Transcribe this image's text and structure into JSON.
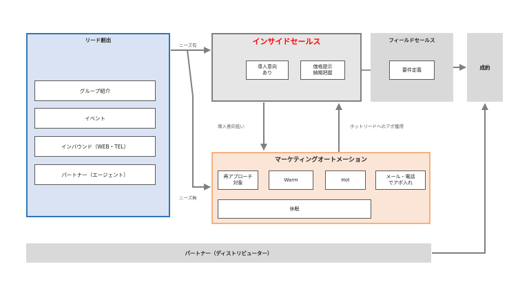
{
  "lead_generation": {
    "title": "リード創出",
    "items": [
      {
        "label": "グループ紹介"
      },
      {
        "label": "イベント"
      },
      {
        "label": "インバウンド（WEB・TEL）"
      },
      {
        "label": "パートナー（エージェント）"
      }
    ]
  },
  "inside_sales": {
    "title": "インサイドセールス",
    "title_color": "#ff0000",
    "step1": {
      "line1": "導入意向",
      "line2": "あり"
    },
    "step2": {
      "line1": "価格提示",
      "line2": "納期把握"
    }
  },
  "field_sales": {
    "title": "フィールドセールス",
    "step": "要件定義"
  },
  "contract": {
    "label": "成約"
  },
  "marketing_automation": {
    "title": "マーケティングオートメーション",
    "reapproach": {
      "line1": "再アプローチ",
      "line2": "対象"
    },
    "warm": "Warm",
    "hot": "Hot",
    "appointment": {
      "line1": "メール・電話",
      "line2": "でアポ入れ"
    },
    "dormant": "休眠"
  },
  "partner": {
    "label": "パートナー（ディストリビューター）"
  },
  "flow_labels": {
    "needs_yes": "ニーズ有",
    "needs_no": "ニーズ無",
    "low_intent": "導入意向低い",
    "hot_lead_appointment": "ホットリードへのアポ獲得"
  },
  "colors": {
    "lead_fill": "#dae3f3",
    "lead_border": "#2e75b6",
    "inside_fill": "#e7e6e6",
    "ma_fill": "#fbe5d6",
    "ma_border": "#f4b183",
    "gray_box": "#d9d9d9",
    "arrow": "#7f7f7f"
  }
}
